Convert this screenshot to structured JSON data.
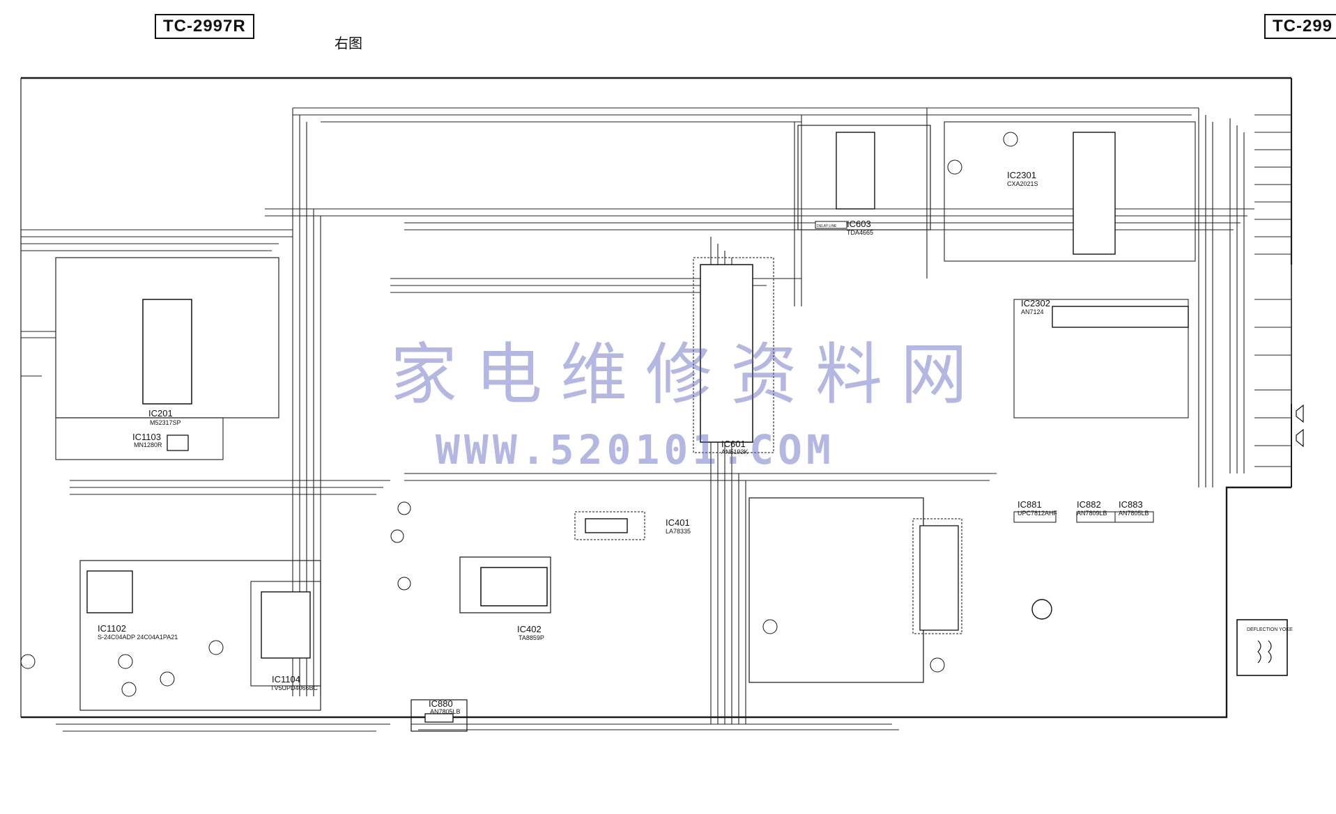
{
  "header": {
    "model_left": "TC-2997R",
    "model_right": "TC-299",
    "page_note": "右图"
  },
  "ics": [
    {
      "id": "ic201",
      "name": "IC201",
      "part": "M52317SP"
    },
    {
      "id": "ic1103",
      "name": "IC1103",
      "part": "MN1280R"
    },
    {
      "id": "ic1102",
      "name": "IC1102",
      "part": "S-24C04ADP 24C04A1PA21"
    },
    {
      "id": "ic1104",
      "name": "IC1104",
      "part": "TV5UPD4066BC"
    },
    {
      "id": "ic603",
      "name": "IC603",
      "part": "TDA4665"
    },
    {
      "id": "ic2301",
      "name": "IC2301",
      "part": "CXA2021S"
    },
    {
      "id": "ic2302",
      "name": "IC2302",
      "part": "AN7124"
    },
    {
      "id": "ic601",
      "name": "IC601",
      "part": "AN5193K"
    },
    {
      "id": "ic401",
      "name": "IC401",
      "part": "LA78335"
    },
    {
      "id": "ic402",
      "name": "IC402",
      "part": "TA8859P"
    },
    {
      "id": "ic880",
      "name": "IC880",
      "part": "AN7805LB"
    },
    {
      "id": "ic881",
      "name": "IC881",
      "part": "UPC7812AHF"
    },
    {
      "id": "ic882",
      "name": "IC882",
      "part": "AN7809LB"
    },
    {
      "id": "ic883",
      "name": "IC883",
      "part": "AN7805LB"
    }
  ],
  "components": {
    "deflection_yoke": "DEFLECTION YOKE",
    "delay_line": "DELAY LINE"
  },
  "watermark": {
    "cn": "家电维修资料网",
    "url": "WWW.520101.COM"
  }
}
